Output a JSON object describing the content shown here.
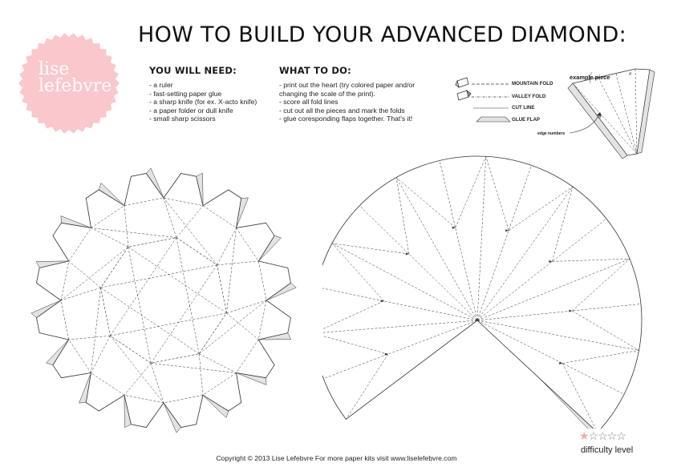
{
  "header": {
    "title": "HOW TO BUILD YOUR ADVANCED DIAMOND:",
    "logo": {
      "line1": "lise",
      "line2": "lefebvre",
      "color": "#f9c7cc"
    }
  },
  "need": {
    "heading": "YOU WILL NEED:",
    "items": [
      "- a ruler",
      "- fast-setting paper glue",
      "- a sharp knife (for ex. X-acto knife)",
      "- a paper folder or dull knife",
      "- small sharp scissors"
    ]
  },
  "todo": {
    "heading": "WHAT TO DO:",
    "items": [
      "- print out the heart (try colored paper and/or",
      "changing the scale of the print).",
      "- score all fold lines",
      "- cut out all the pieces and mark the folds",
      "- glue coresponding flaps together. That's it!"
    ]
  },
  "legend": {
    "mountain": "MOUNTAIN FOLD",
    "valley": "VALLEY FOLD",
    "cut": "CUT LINE",
    "glue": "GLUE FLAP"
  },
  "example": {
    "title": "example piece",
    "note": "edge numbers",
    "mark": "#"
  },
  "footer": {
    "copyright": "Copyright © 2013 Lise Lefebvre  For more paper kits visit www.liselefebvre.com"
  },
  "difficulty": {
    "label": "difficulty level",
    "rating": 1,
    "max": 5,
    "filled_color": "#f4a9b2"
  },
  "colors": {
    "flap": "#e3e3e3",
    "line": "#333333"
  },
  "icons": {
    "mountain": "folded-paper-icon",
    "valley": "folded-paper-valley-icon"
  }
}
